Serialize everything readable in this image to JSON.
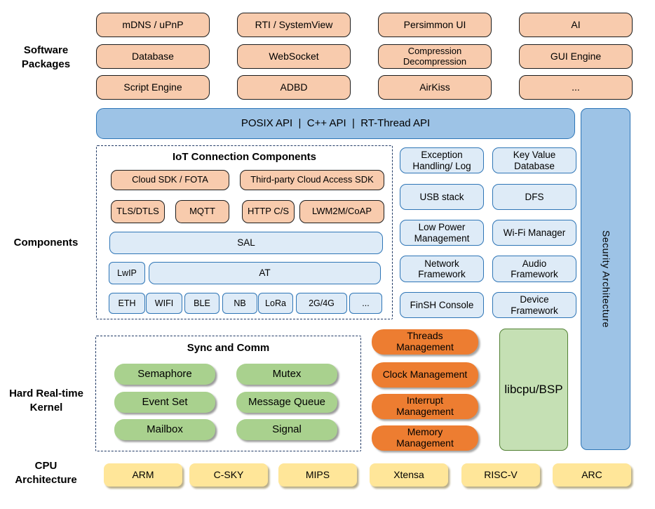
{
  "side_labels": {
    "software_packages": "Software\nPackages",
    "components": "Components",
    "kernel": "Hard Real-time\nKernel",
    "cpu": "CPU\nArchitecture"
  },
  "packages": {
    "row1": [
      "mDNS / uPnP",
      "RTI / SystemView",
      "Persimmon UI",
      "AI"
    ],
    "row2": [
      "Database",
      "WebSocket",
      "Compression\nDecompression",
      "GUI Engine"
    ],
    "row3": [
      "Script Engine",
      "ADBD",
      "AirKiss",
      "..."
    ]
  },
  "api_bar": "POSIX API  |  C++ API  |  RT-Thread API",
  "security": "Security Architecture",
  "iot": {
    "title": "IoT Connection Components",
    "cloud_sdk": "Cloud SDK / FOTA",
    "third_party": "Third-party Cloud Access SDK",
    "protocols": [
      "TLS/DTLS",
      "MQTT",
      "HTTP C/S",
      "LWM2M/CoAP"
    ],
    "sal": "SAL",
    "lwip": "LwIP",
    "at": "AT",
    "links": [
      "ETH",
      "WIFI",
      "BLE",
      "NB",
      "LoRa",
      "2G/4G",
      "..."
    ]
  },
  "services": {
    "col1": [
      "Exception\nHandling/ Log",
      "USB stack",
      "Low Power\nManagement",
      "Network\nFramework",
      "FinSH Console"
    ],
    "col2": [
      "Key Value\nDatabase",
      "DFS",
      "Wi-Fi Manager",
      "Audio\nFramework",
      "Device\nFramework"
    ]
  },
  "kernel": {
    "sync_title": "Sync and Comm",
    "sync_col1": [
      "Semaphore",
      "Event Set",
      "Mailbox"
    ],
    "sync_col2": [
      "Mutex",
      "Message Queue",
      "Signal"
    ],
    "management": [
      "Threads\nManagement",
      "Clock Management",
      "Interrupt\nManagement",
      "Memory\nManagement"
    ],
    "libcpu": "libcpu/BSP"
  },
  "cpu": [
    "ARM",
    "C-SKY",
    "MIPS",
    "Xtensa",
    "RISC-V",
    "ARC"
  ],
  "colors": {
    "package_fill": "#F8CBAD",
    "api_fill": "#9DC3E6",
    "api_border": "#2E75B6",
    "component_fill": "#DEEBF7",
    "dashed_border": "#1F3864",
    "sync_fill": "#A9D18E",
    "management_fill": "#ED7D31",
    "libcpu_fill": "#C5E0B4",
    "cpu_fill": "#FFE699"
  }
}
